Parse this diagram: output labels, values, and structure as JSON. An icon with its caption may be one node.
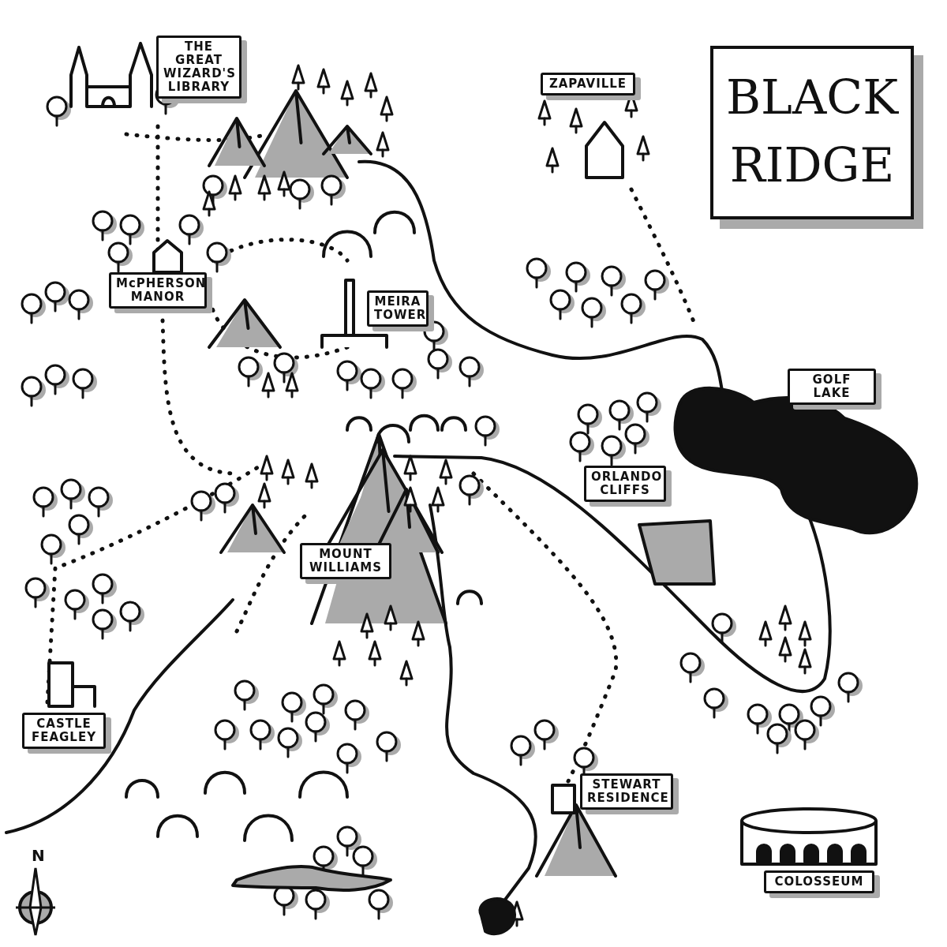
{
  "diagram": {
    "title": "BLACK RIDGE",
    "labels": [
      "THE GREAT WIZARD'S LIBRARY",
      "ZAPAVILLE",
      "McPHERSON MANOR",
      "MEIRA TOWER",
      "GOLF LAKE",
      "ORLANDO CLIFFS",
      "MOUNT WILLIAMS",
      "CASTLE FEAGLEY",
      "STEWART RESIDENCE",
      "COLOSSEUM",
      "N"
    ]
  }
}
